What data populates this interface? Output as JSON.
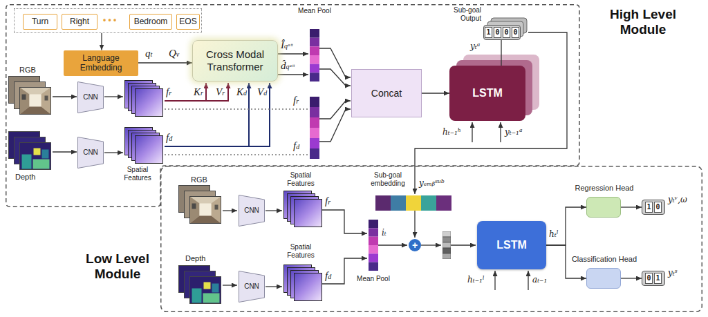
{
  "diagram": {
    "nodes": [
      {
        "text": [
          "High Level Module"
        ]
      },
      {
        "text": [
          "• • •"
        ],
        "in": 0
      },
      {
        "text": [
          "Turn"
        ],
        "in": 1
      },
      {
        "text": [
          "Right"
        ],
        "in": 1
      },
      {
        "text": [
          "Bedroom"
        ],
        "in": 1
      },
      {
        "text": [
          "EOS"
        ],
        "in": 1
      },
      {
        "text": [
          "Language Embedding"
        ],
        "in": 0
      },
      {
        "text": [
          "CNN"
        ],
        "in": 0
      },
      {
        "text": [
          "CNN"
        ],
        "in": 0
      },
      {
        "text": [
          "Cross Modal Transformer"
        ],
        "in": 0
      },
      {
        "text": [
          "Concat"
        ],
        "in": 0
      },
      {
        "text": [
          "LSTM"
        ],
        "in": 0
      },
      {
        "text": [
          "Sub-goal Output",
          "1",
          "0",
          "0",
          "0"
        ],
        "in": 0
      },
      {
        "text": [
          "Low Level Module"
        ]
      },
      {
        "text": [
          "CNN"
        ],
        "in": 13
      },
      {
        "text": [
          "CNN"
        ],
        "in": 13
      },
      {
        "text": [
          "+"
        ],
        "in": 13
      },
      {
        "text": [
          "LSTM"
        ],
        "in": 13
      },
      {
        "text": [
          "Regression Head"
        ],
        "in": 13
      },
      {
        "text": [
          "1",
          "0"
        ],
        "in": 13
      },
      {
        "text": [
          "Classification Head"
        ],
        "in": 13
      },
      {
        "text": [
          "0",
          "1"
        ],
        "in": 13
      }
    ],
    "edges": [
      {
        "from": 1,
        "to": 6,
        "arrow": "to"
      },
      {
        "from": 6,
        "to": 9,
        "arrow": "to",
        "label": "qt"
      },
      {
        "from": 10,
        "to": 11,
        "arrow": "to"
      },
      {
        "from": 11,
        "to": 12,
        "arrow": "none"
      },
      {
        "from": 17,
        "to": 18,
        "arrow": "to"
      },
      {
        "from": 17,
        "to": 20,
        "arrow": "to"
      },
      {
        "from": 18,
        "to": 19,
        "arrow": "to"
      },
      {
        "from": 20,
        "to": 21,
        "arrow": "to"
      }
    ],
    "labels": [
      "Qv",
      "RGB",
      "Depth",
      "fr",
      "fd",
      "Spatial Features",
      "Kr",
      "Vr",
      "Kd",
      "Vd",
      "Mean Pool",
      "Îqᵃᵗᵗ",
      "d̂qᵃᵗᵗ",
      "fr",
      "fd",
      "yₜᵃ",
      "hₜ₋₁ʰ",
      "yₜ₋₁ᵃ",
      "RGB",
      "Depth",
      "Spatial Features",
      "Spatial Features",
      "fr",
      "fd",
      "Sub-goal embedding",
      "yₑₘᵦˢᵘᵇ",
      "iₜ",
      "Mean Pool",
      "hₜˡ",
      "hₜ₋₁ˡ",
      "aₜ₋₁",
      "yₜᵛ,ω",
      "yₜˢ"
    ]
  }
}
